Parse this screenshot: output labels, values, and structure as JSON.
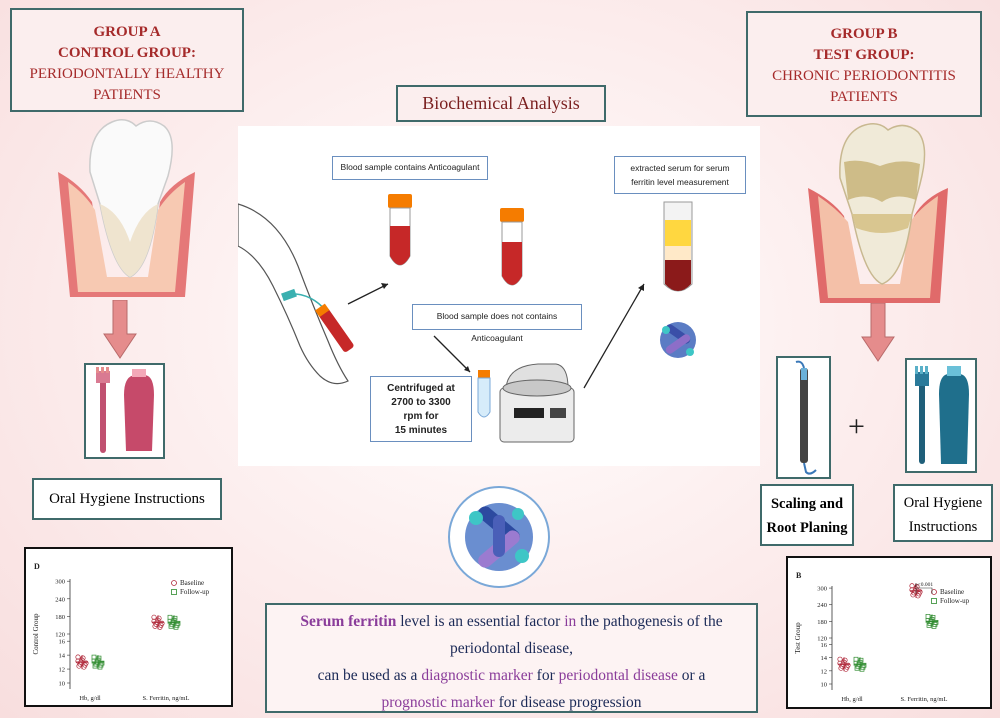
{
  "group_a": {
    "line1": "GROUP A",
    "line2": "CONTROL GROUP:",
    "line3": "PERIODONTALLY HEALTHY",
    "line4": "PATIENTS"
  },
  "group_b": {
    "line1": "GROUP B",
    "line2": "TEST GROUP:",
    "line3": "CHRONIC PERIODONTITIS",
    "line4": "PATIENTS"
  },
  "center_title": "Biochemical Analysis",
  "callouts": {
    "anticoagulant": "Blood sample contains Anticoagulant",
    "no_anticoagulant": "Blood sample does not contains Anticoagulant",
    "serum_line1": "extracted serum for serum",
    "serum_line2": "ferritin level measurement",
    "centrifuge_line1": "Centrifuged at",
    "centrifuge_line2": "2700 to 3300",
    "centrifuge_line3": "rpm for",
    "centrifuge_line4": "15 minutes"
  },
  "labels": {
    "oral_hygiene_a": "Oral Hygiene Instructions",
    "scaling_line1": "Scaling and",
    "scaling_line2": "Root Planing",
    "plus": "+",
    "oral_hygiene_b_line1": "Oral Hygiene",
    "oral_hygiene_b_line2": "Instructions"
  },
  "summary": {
    "p1a": "Serum ferritin",
    "p1b": " level is an essential factor ",
    "p1c": "in",
    "p1d": " the pathogenesis of the",
    "p2": "periodontal disease,",
    "p3a": "can be used as a ",
    "p3b": "diagnostic marker",
    "p3c": " for ",
    "p3d": "periodontal disease",
    "p3e": " or a",
    "p4a": "prognostic marker",
    "p4b": " for disease progression"
  },
  "chart_data": [
    {
      "type": "scatter",
      "panel_label": "D",
      "ylabel": "Control Group",
      "categories": [
        "Hb, g/dl",
        "S. Ferritin, ng/mL"
      ],
      "yticks": [
        "10",
        "12",
        "14",
        "16",
        "120",
        "180",
        "240",
        "300"
      ],
      "series": [
        {
          "name": "Baseline",
          "values": [
            13,
            160
          ]
        },
        {
          "name": "Follow-up",
          "values": [
            13,
            160
          ]
        }
      ],
      "legend": "top-right"
    },
    {
      "type": "scatter",
      "panel_label": "B",
      "ylabel": "Test Group",
      "categories": [
        "Hb, g/dl",
        "S. Ferritin, ng/mL"
      ],
      "yticks": [
        "10",
        "12",
        "14",
        "16",
        "120",
        "180",
        "240",
        "300"
      ],
      "series": [
        {
          "name": "Baseline",
          "values": [
            13,
            290
          ]
        },
        {
          "name": "Follow-up",
          "values": [
            13,
            180
          ]
        }
      ],
      "annotation": "p<0.001",
      "legend": "top-right"
    }
  ],
  "colors": {
    "group_title": "#a52a2a",
    "box_border": "#3f6a6a",
    "arrow": "#e58c8c",
    "accent_purple": "#8a3c9a",
    "summary_text": "#1c2a57"
  }
}
